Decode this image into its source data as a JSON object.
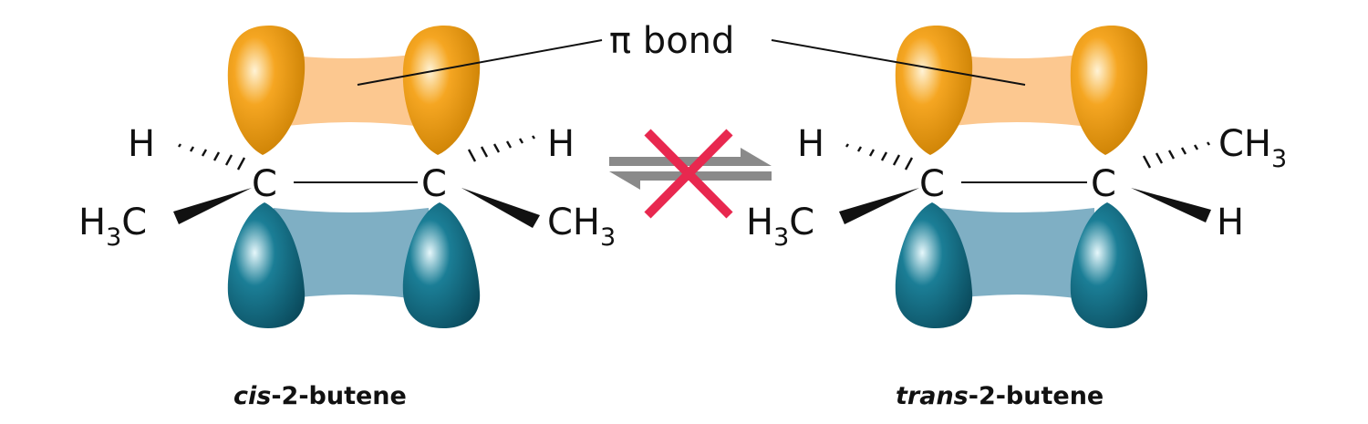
{
  "colors": {
    "p_orbital_top": "#f5a622",
    "p_orbital_top_dark": "#d98a00",
    "overlap_top": "#fcc890",
    "p_orbital_bottom": "#1b7e96",
    "p_orbital_bottom_dark": "#0e5a70",
    "overlap_bottom": "#7fafc4",
    "no_rotation_x": "#e8284f",
    "equilibrium_arrows": "#8a8a8a"
  },
  "labels": {
    "pi_bond": "π bond"
  },
  "atoms": {
    "carbon": "C",
    "hydrogen": "H",
    "methyl_left": {
      "main": "H",
      "sub": "3",
      "tail": "C"
    },
    "methyl_right": {
      "main": "CH",
      "sub": "3"
    }
  },
  "molecules": [
    {
      "name_italic": "cis",
      "name_rest": "-2-butene"
    },
    {
      "name_italic": "trans",
      "name_rest": "-2-butene"
    }
  ],
  "icons": {
    "equilibrium": "equilibrium-arrows-icon",
    "blocked": "red-x-icon"
  }
}
